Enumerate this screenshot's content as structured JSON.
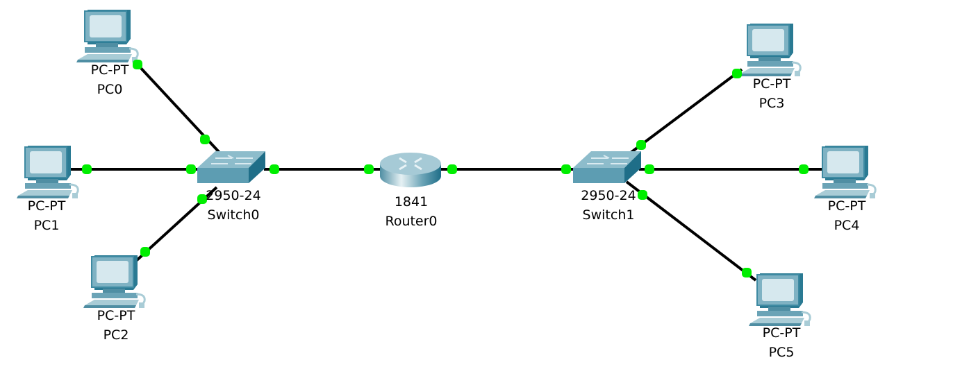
{
  "topology": {
    "colors": {
      "link": "#000000",
      "port_up": "#00ee00",
      "device_light": "#a9ccd6",
      "device_mid": "#6aa3b6",
      "device_dark": "#1f6e88",
      "screen": "#d6e8ee"
    },
    "devices": [
      {
        "id": "PC0",
        "type": "pc",
        "model": "PC-PT",
        "name": "PC0"
      },
      {
        "id": "PC1",
        "type": "pc",
        "model": "PC-PT",
        "name": "PC1"
      },
      {
        "id": "PC2",
        "type": "pc",
        "model": "PC-PT",
        "name": "PC2"
      },
      {
        "id": "Switch0",
        "type": "switch",
        "model": "2950-24",
        "name": "Switch0"
      },
      {
        "id": "Router0",
        "type": "router",
        "model": "1841",
        "name": "Router0"
      },
      {
        "id": "Switch1",
        "type": "switch",
        "model": "2950-24",
        "name": "Switch1"
      },
      {
        "id": "PC3",
        "type": "pc",
        "model": "PC-PT",
        "name": "PC3"
      },
      {
        "id": "PC4",
        "type": "pc",
        "model": "PC-PT",
        "name": "PC4"
      },
      {
        "id": "PC5",
        "type": "pc",
        "model": "PC-PT",
        "name": "PC5"
      }
    ],
    "links": [
      {
        "from": "PC0",
        "to": "Switch0",
        "status": "up"
      },
      {
        "from": "PC1",
        "to": "Switch0",
        "status": "up"
      },
      {
        "from": "PC2",
        "to": "Switch0",
        "status": "up"
      },
      {
        "from": "Switch0",
        "to": "Router0",
        "status": "up"
      },
      {
        "from": "Router0",
        "to": "Switch1",
        "status": "up"
      },
      {
        "from": "Switch1",
        "to": "PC3",
        "status": "up"
      },
      {
        "from": "Switch1",
        "to": "PC4",
        "status": "up"
      },
      {
        "from": "Switch1",
        "to": "PC5",
        "status": "up"
      }
    ]
  }
}
